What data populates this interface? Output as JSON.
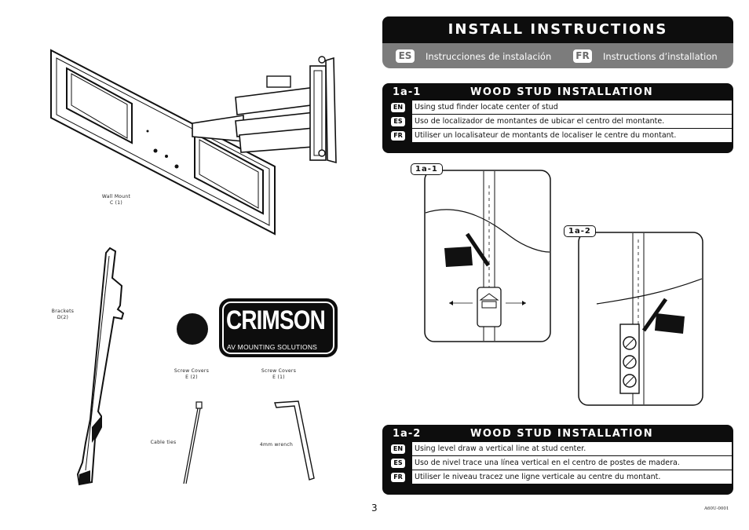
{
  "parts": {
    "wall_mount": {
      "name": "Wall Mount",
      "qty": "C (1)"
    },
    "brackets": {
      "name": "Brackets",
      "qty": "D(2)"
    },
    "screw_covers_1": {
      "name": "Screw Covers",
      "qty": "E (2)"
    },
    "screw_covers_2": {
      "name": "Screw Covers",
      "qty": "E (1)"
    },
    "cable_ties": {
      "name": "Cable ties"
    },
    "wrench": {
      "name": "4mm wrench"
    }
  },
  "logo": {
    "brand": "CRIMSON",
    "tagline": "AV MOUNTING SOLUTIONS"
  },
  "header": {
    "title": "INSTALL INSTRUCTIONS",
    "languages": [
      {
        "code": "ES",
        "text": "Instrucciones de instalación"
      },
      {
        "code": "FR",
        "text": "Instructions d’installation"
      }
    ]
  },
  "steps": [
    {
      "number": "1a-1",
      "title": "WOOD STUD INSTALLATION",
      "rows": [
        {
          "code": "EN",
          "text": "Using stud finder locate center of stud"
        },
        {
          "code": "ES",
          "text": "Uso de localizador de montantes de ubicar el centro del montante."
        },
        {
          "code": "FR",
          "text": "Utiliser un localisateur de montants de localiser le centre du montant."
        }
      ]
    },
    {
      "number": "1a-2",
      "title": "WOOD STUD INSTALLATION",
      "rows": [
        {
          "code": "EN",
          "text": "Using level draw a vertical line at stud center."
        },
        {
          "code": "ES",
          "text": "Uso de nivel trace una línea vertical en el centro de postes de madera."
        },
        {
          "code": "FR",
          "text": "Utiliser le niveau tracez une ligne verticale au centre du montant."
        }
      ]
    }
  ],
  "figures": [
    {
      "label": "1a-1"
    },
    {
      "label": "1a-2"
    }
  ],
  "footer": {
    "page": "3",
    "doc_code": "A60U-0001"
  }
}
